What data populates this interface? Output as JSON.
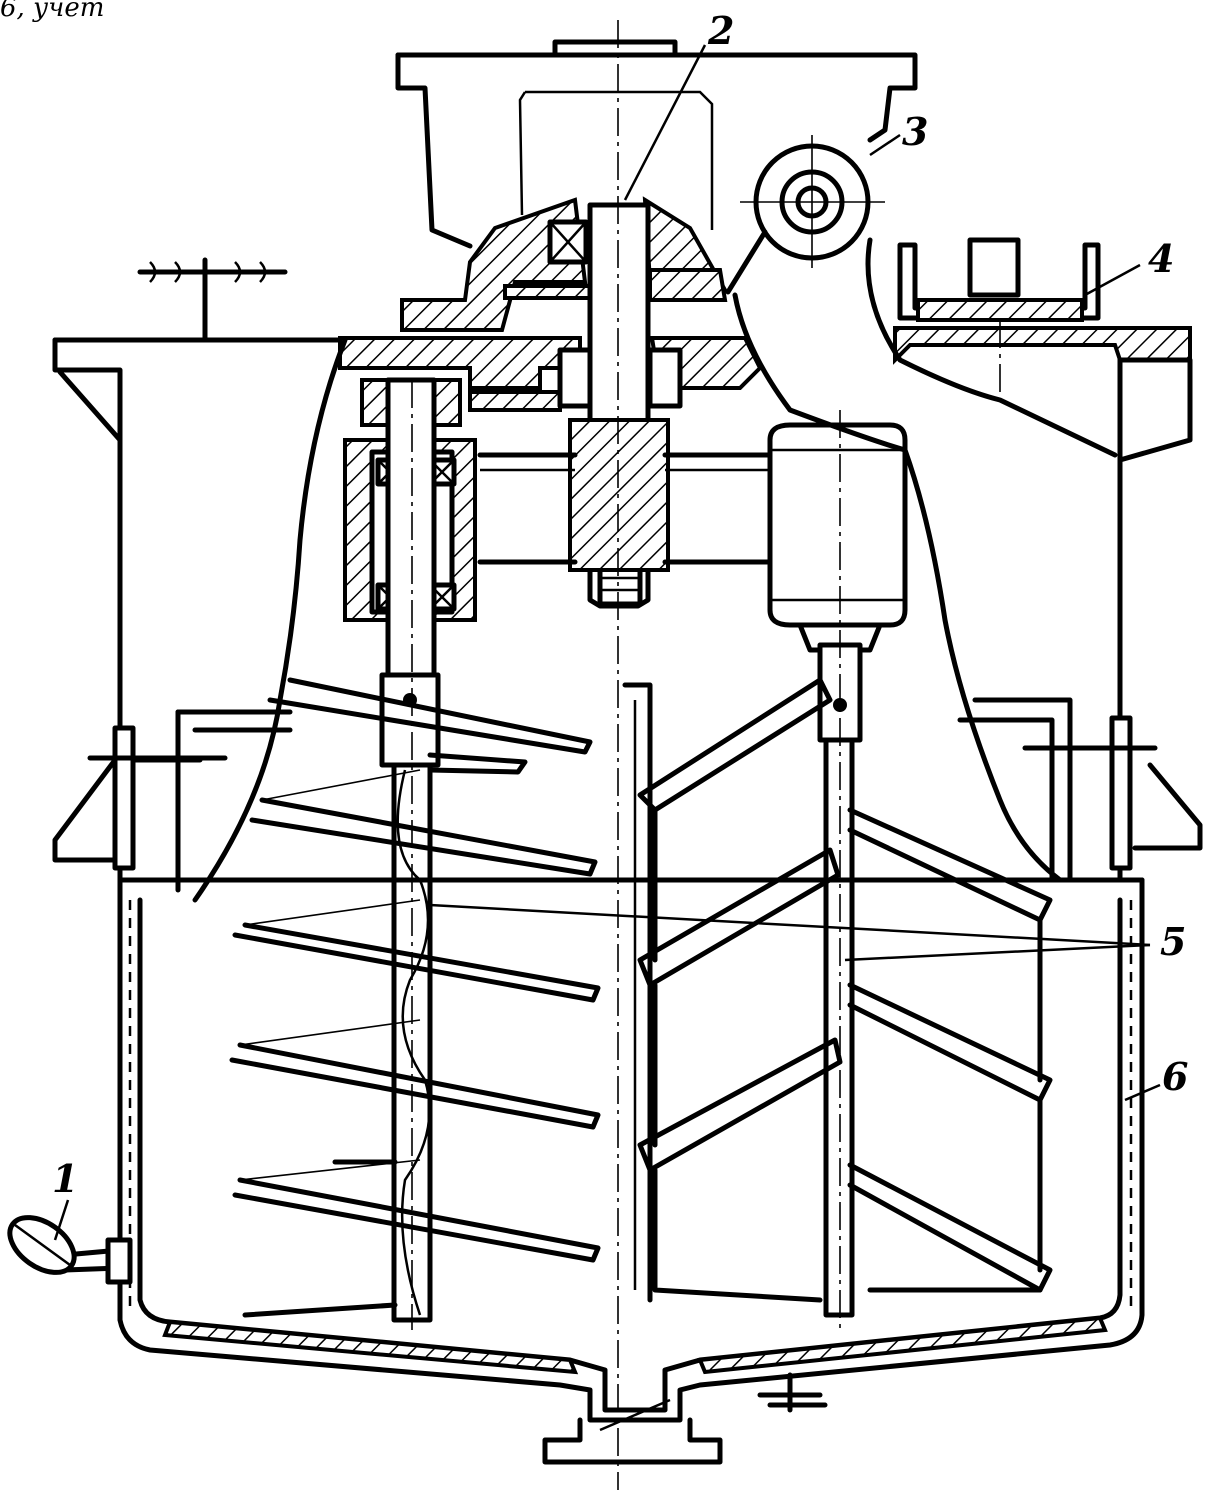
{
  "callouts": [
    {
      "id": "1",
      "text": "1"
    },
    {
      "id": "2",
      "text": "2"
    },
    {
      "id": "3",
      "text": "3"
    },
    {
      "id": "4",
      "text": "4"
    },
    {
      "id": "5",
      "text": "5"
    },
    {
      "id": "6",
      "text": "6"
    }
  ],
  "fragment_text": "6, учет"
}
